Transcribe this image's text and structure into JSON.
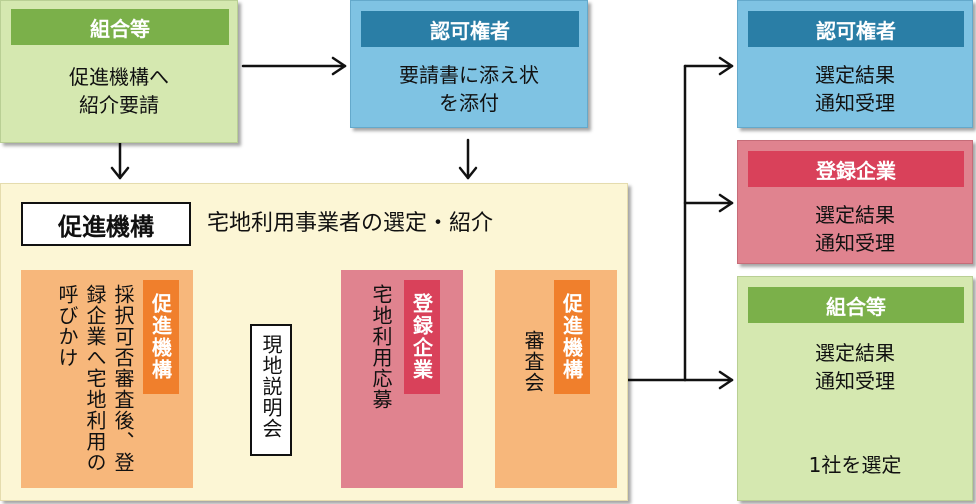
{
  "top_left": {
    "header": "組合等",
    "body": [
      "促進機構へ",
      "紹介要請"
    ]
  },
  "top_mid": {
    "header": "認可権者",
    "body": [
      "要請書に添え状",
      "を添付"
    ]
  },
  "right_top": {
    "header": "認可権者",
    "body": [
      "選定結果",
      "通知受理"
    ]
  },
  "right_mid": {
    "header": "登録企業",
    "body": [
      "選定結果",
      "通知受理"
    ]
  },
  "right_bottom": {
    "header": "組合等",
    "body": [
      "選定結果",
      "通知受理"
    ],
    "result": "1社を選定"
  },
  "main": {
    "label": "促進機構",
    "title": "宅地利用事業者の選定・紹介",
    "step1": {
      "badge": "促進機構",
      "text": "採択可否審査後、登録企業へ宅地利用の呼びかけ"
    },
    "step2": {
      "text": "現地説明会"
    },
    "step3": {
      "badge": "登録企業",
      "text": "宅地利用応募"
    },
    "step4": {
      "badge": "促進機構",
      "text": "審査会"
    }
  },
  "colors": {
    "green_box": "#d5e8b0",
    "green_hdr": "#7bb04a",
    "blue_box": "#7fc3e3",
    "blue_hdr": "#2a7ea6",
    "pink_box": "#e0838f",
    "pink_hdr": "#d9415a",
    "cream": "#fcf6d5",
    "orange_step": "#f7b77b",
    "orange_badge": "#f07f2c"
  }
}
